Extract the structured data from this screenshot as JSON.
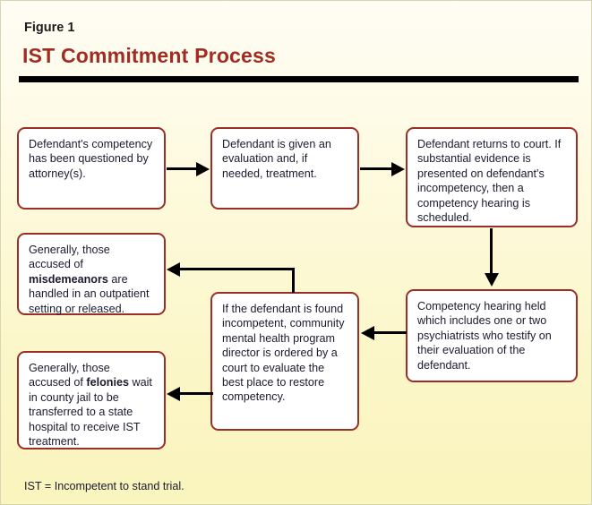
{
  "figure": {
    "label": "Figure 1",
    "title": "IST Commitment Process",
    "footnote": "IST = Incompetent to stand trial.",
    "accent_color": "#a02c22",
    "box_border_color": "#9b2f27",
    "box_fill_color": "#ffffff",
    "background_top_color": "#fffdf4",
    "background_bottom_color": "#faf4bd",
    "rule_color": "#000000"
  },
  "diagram_data": {
    "type": "flowchart",
    "nodes": [
      {
        "id": "questioned",
        "text": "Defendant's competency has been questioned by attorney(s).",
        "bold_terms": []
      },
      {
        "id": "evaluation",
        "text": "Defendant is given an evaluation and, if needed, treatment.",
        "bold_terms": []
      },
      {
        "id": "returns",
        "text": "Defendant returns to court. If substantial evidence is presented on defendant's incompetency, then a competency hearing is scheduled.",
        "bold_terms": []
      },
      {
        "id": "hearing",
        "text": "Competency hearing held which includes one or two psychiatrists who testify on their evaluation of the defendant.",
        "bold_terms": []
      },
      {
        "id": "director",
        "text": "If the defendant is found incompetent, community mental health program director is ordered by a court to evaluate the best place to restore competency.",
        "bold_terms": []
      },
      {
        "id": "misdemeanors",
        "text_before": "Generally, those accused of ",
        "bold": "misdemeanors",
        "text_after": " are handled in an outpatient setting or released.",
        "text": "Generally, those accused of misdemeanors are handled in an outpatient setting or released."
      },
      {
        "id": "felonies",
        "text_before": "Generally, those accused of ",
        "bold": "felonies",
        "text_after": " wait in county jail to be transferred to a state hospital to receive IST treatment.",
        "text": "Generally, those accused of felonies wait in county jail to be transferred to a state hospital to receive IST treatment."
      }
    ],
    "edges": [
      {
        "from": "questioned",
        "to": "evaluation",
        "direction": "right"
      },
      {
        "from": "evaluation",
        "to": "returns",
        "direction": "right"
      },
      {
        "from": "returns",
        "to": "hearing",
        "direction": "down"
      },
      {
        "from": "hearing",
        "to": "director",
        "direction": "left"
      },
      {
        "from": "director",
        "to": "misdemeanors",
        "direction": "left-elbow"
      },
      {
        "from": "director",
        "to": "felonies",
        "direction": "left"
      }
    ]
  }
}
